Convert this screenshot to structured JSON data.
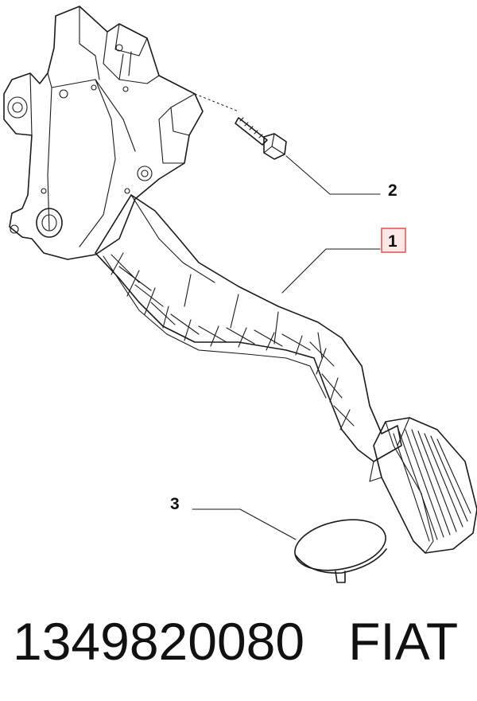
{
  "callouts": [
    {
      "number": "1",
      "part": "accelerator-pedal-assembly"
    },
    {
      "number": "2",
      "part": "bolt"
    },
    {
      "number": "3",
      "part": "cap"
    }
  ],
  "caption": {
    "part_number": "1349820080",
    "brand": "FIAT"
  },
  "colors": {
    "line": "#1a1a1a",
    "highlight_box_border": "#e05050",
    "highlight_box_fill": "#fde8e8"
  }
}
